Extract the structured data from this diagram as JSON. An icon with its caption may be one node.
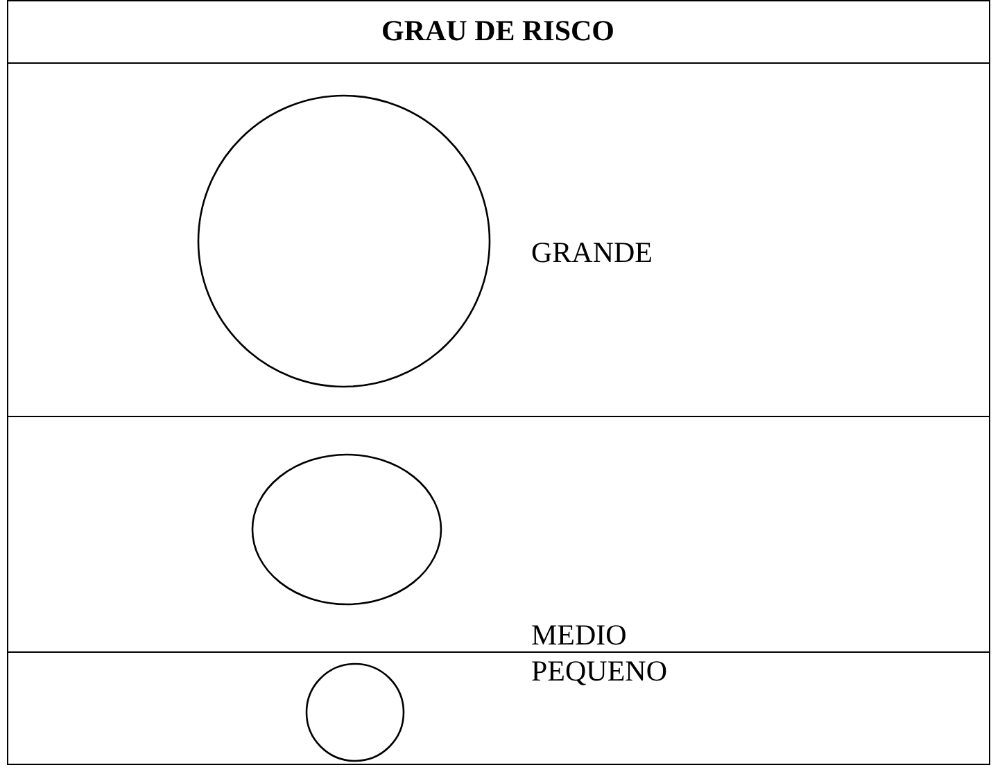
{
  "diagram": {
    "title": "GRAU DE RISCO",
    "nodes": [
      {
        "text": [],
        "shape": "circle",
        "beside": [
          "GRANDE"
        ]
      },
      {
        "text": [],
        "shape": "circle",
        "beside": [
          "MEDIO"
        ]
      },
      {
        "text": [],
        "shape": "circle"
      }
    ],
    "labels": [
      "PEQUENO"
    ]
  }
}
